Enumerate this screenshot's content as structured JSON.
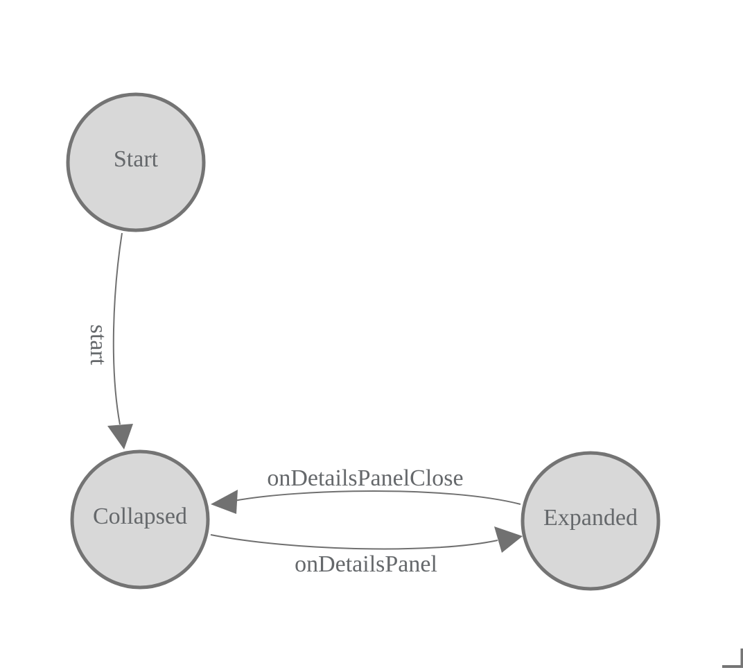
{
  "colors": {
    "canvas_bg": "#ffffff",
    "node_fill": "#d8d8d8",
    "node_stroke": "#747474",
    "edge_stroke": "#6f6f6f",
    "arrow_fill": "#717171",
    "label_color": "#65686b",
    "corner_mark": "#757575"
  },
  "diagram": {
    "type": "state-machine",
    "nodes": [
      {
        "id": "start",
        "label": "Start"
      },
      {
        "id": "collapsed",
        "label": "Collapsed"
      },
      {
        "id": "expanded",
        "label": "Expanded"
      }
    ],
    "edges": [
      {
        "id": "start-transition",
        "label": "start",
        "from": "Start",
        "to": "Collapsed"
      },
      {
        "id": "on-details-panel-close",
        "label": "onDetailsPanelClose",
        "from": "Expanded",
        "to": "Collapsed"
      },
      {
        "id": "on-details-panel",
        "label": "onDetailsPanel",
        "from": "Collapsed",
        "to": "Expanded"
      }
    ]
  }
}
